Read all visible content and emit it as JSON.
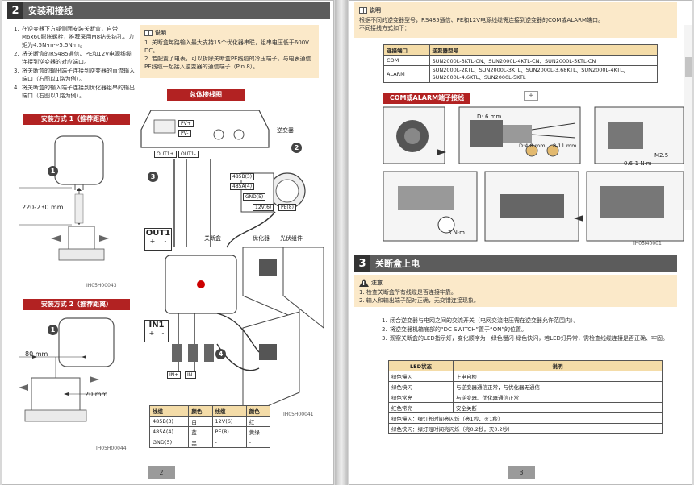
{
  "left": {
    "section": {
      "number": "2",
      "title": "安装和接线"
    },
    "steps": [
      "在逆变器下方或侧面安装关断盒，自带M6x60膨胀螺栓，推荐采用M8钻头钻孔，力矩为4.5N·m～5.5N·m。",
      "将关断盒的RS485通信、PE和12V电源线缆连接到逆变器的对应端口。",
      "将关断盒的输出端子连接到逆变器的直流输入端口（右图以1路为例）。",
      "将关断盒的输入端子连接到优化器组串的输出端口（右图以1路为例）。"
    ],
    "note": {
      "title": "说明",
      "items": [
        "关断盒每路输入最大支持15个优化器串联，组串电压低于600V DC。",
        "若配置了电表，可以拆除关断盒PE线缆的冷压端子，与电表通信PE线缆一起接入逆变器的通信端子（Pin 8）。"
      ]
    },
    "wiring_banner": "总体接线图",
    "method1_label": "安装方式 1（推荐距离）",
    "method2_label": "安装方式 2（推荐距离）",
    "dims": {
      "d1": "220-230 mm",
      "d2": "80 mm",
      "d3": "20 mm"
    },
    "fig_ids": {
      "f1": "IH05H00043",
      "f2": "IH05H00044",
      "f3": "IH05H00041"
    },
    "callouts": [
      "1",
      "2",
      "3",
      "4"
    ],
    "diagram_labels": {
      "inverter": "逆变器",
      "shutdown_box": "关断盒",
      "optimizer": "优化器",
      "pv_module": "光伏组件",
      "out1": "OUT1",
      "in1": "IN1",
      "plus": "+",
      "minus": "-",
      "pv_plus": "PV+",
      "pv_minus": "PV-",
      "out1_plus": "OUT1+",
      "out1_minus": "OUT1-",
      "in_plus": "IN+",
      "in_minus": "IN-",
      "pin_485b": "485B(3)",
      "pin_485a": "485A(4)",
      "pin_gnd": "GND(5)",
      "pin_12v": "12V(6)",
      "pin_pe": "PE(8)"
    },
    "table": {
      "headers": [
        "线缆",
        "颜色",
        "线缆",
        "颜色"
      ],
      "rows": [
        [
          "485B(3)",
          "白",
          "12V(6)",
          "红"
        ],
        [
          "485A(4)",
          "蓝",
          "PE(8)",
          "黄绿"
        ],
        [
          "GND(5)",
          "黑",
          "-",
          "-"
        ]
      ]
    },
    "page_number": "2"
  },
  "right": {
    "note": {
      "title": "说明",
      "text": "根据不同的逆变器型号，RS485通信、PE和12V电源线缆需连接到逆变器的COM或ALARM端口。",
      "text2": "不同接线方式如下："
    },
    "model_table": {
      "headers": [
        "连接端口",
        "逆变器型号"
      ],
      "rows": [
        [
          "COM",
          "SUN2000L-3KTL-CN、SUN2000L-4KTL-CN、SUN2000L-5KTL-CN"
        ],
        [
          "ALARM",
          "SUN2000L-2KTL、SUN2000L-3KTL、SUN2000L-3.68KTL、SUN2000L-4KTL、SUN2000L-4.6KTL、SUN2000L-5KTL"
        ]
      ]
    },
    "com_banner": "COM或ALARM端子接线",
    "labels": {
      "d6": "D: 6 mm",
      "d48": "D:4-8 mm",
      "d811": "8-11 mm",
      "m25": "M2.5",
      "torque1": "0.6-1 N·m",
      "torque2": "3 N·m"
    },
    "fig_id": "IH05I40001",
    "section": {
      "number": "3",
      "title": "关断盒上电"
    },
    "caution": {
      "title": "注意",
      "items": [
        "检查关断盒所有线缆是否连接牢靠。",
        "输入和输出端子配对正确，无交错连接现象。"
      ]
    },
    "steps": [
      "闭合逆变器与电网之间的交流开关（电网交流电压需在逆变器允许范围内）。",
      "将逆变器机箱底部的“DC SWITCH”置于“ON”的位置。",
      "观察关断盒的LED指示灯，变化顺序为：绿色慢闪-绿色快闪，若LED灯异常，需检查线缆连接是否正确、牢固。"
    ],
    "led_table": {
      "headers": [
        "LED状态",
        "说明"
      ],
      "rows": [
        [
          "绿色慢闪",
          "上电自检"
        ],
        [
          "绿色快闪",
          "与逆变器通信正常，与优化器无通信"
        ],
        [
          "绿色常亮",
          "与逆变器、优化器通信正常"
        ],
        [
          "红色常亮",
          "安全关断"
        ]
      ],
      "footer": [
        "绿色慢闪：绿灯长时间亮闪烁（亮1秒，灭1秒）",
        "绿色快闪：绿灯短时间亮闪烁（亮0.2秒，灭0.2秒）"
      ]
    },
    "page_number": "3"
  },
  "colors": {
    "section_header": "#5c5c5c",
    "accent_red": "#b22222",
    "note_bg": "#fbe9c9"
  }
}
